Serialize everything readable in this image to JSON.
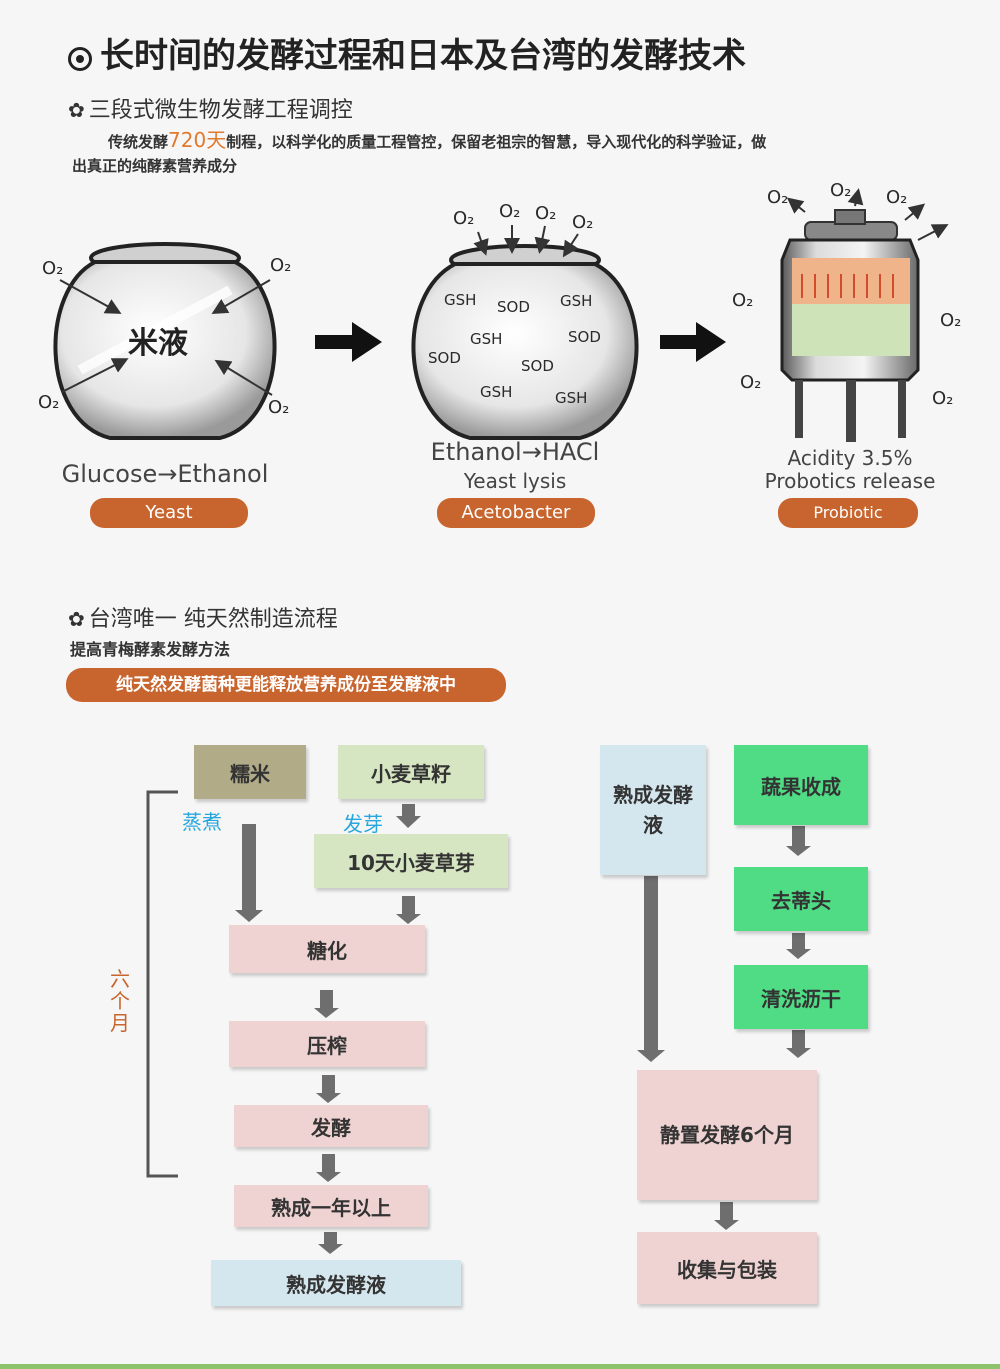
{
  "header": {
    "title": "长时间的发酵过程和日本及台湾的发酵技术"
  },
  "section1": {
    "heading": "三段式微生物发酵工程调控",
    "paragraph_part1": "传统发酵",
    "paragraph_highlight": "720天",
    "paragraph_part2": "制程，以科学化的质量工程管控，保留老祖宗的智慧，导入现代化的科学验证，做",
    "paragraph_line2": "出真正的纯酵素营养成分",
    "stages": [
      {
        "jar_text": "米液",
        "o2_labels": [
          "O₂",
          "O₂",
          "O₂",
          "O₂"
        ],
        "equation": "Glucose→Ethanol",
        "badge": "Yeast"
      },
      {
        "o2_labels": [
          "O₂",
          "O₂",
          "O₂",
          "O₂"
        ],
        "molecules": [
          "GSH",
          "SOD",
          "GSH",
          "GSH",
          "SOD",
          "SOD",
          "SOD",
          "GSH",
          "GSH"
        ],
        "equation": "Ethanol→HACl",
        "subtext": "Yeast lysis",
        "badge": "Acetobacter"
      },
      {
        "o2_labels": [
          "O₂",
          "O₂",
          "O₂",
          "O₂",
          "O₂",
          "O₂",
          "O₂"
        ],
        "equation": "Acidity 3.5%",
        "subtext": "Probotics release",
        "badge": "Probiotic"
      }
    ]
  },
  "section2": {
    "heading": "台湾唯一 纯天然制造流程",
    "subheading": "提高青梅酵素发酵方法",
    "banner": "纯天然发酵菌种更能释放营养成份至发酵液中",
    "left_flow": {
      "rice": "糯米",
      "wheat_seed": "小麦草籽",
      "steam_label": "蒸煮",
      "sprout_label": "发芽",
      "sprouts": "10天小麦草芽",
      "saccharify": "糖化",
      "press": "压榨",
      "ferment": "发酵",
      "mature": "熟成一年以上",
      "result": "熟成发酵液",
      "duration": "六个月"
    },
    "right_flow": {
      "mature_liquid": "熟成发酵液",
      "harvest": "蔬果收成",
      "destem": "去蒂头",
      "wash": "清洗沥干",
      "static_ferment": "静置发酵6个月",
      "collect": "收集与包装"
    }
  },
  "colors": {
    "accent_orange": "#c8652e",
    "label_blue": "#27a7de",
    "box_olive": "#b2ab88",
    "box_green": "#4fdc85",
    "box_pink": "#efd3d3",
    "box_light_blue": "#d5e7ee",
    "box_light_green": "#d7e6c2"
  },
  "icons": [
    "target-icon",
    "gear-icon",
    "jar-icon",
    "tank-icon",
    "arrow-icon"
  ]
}
